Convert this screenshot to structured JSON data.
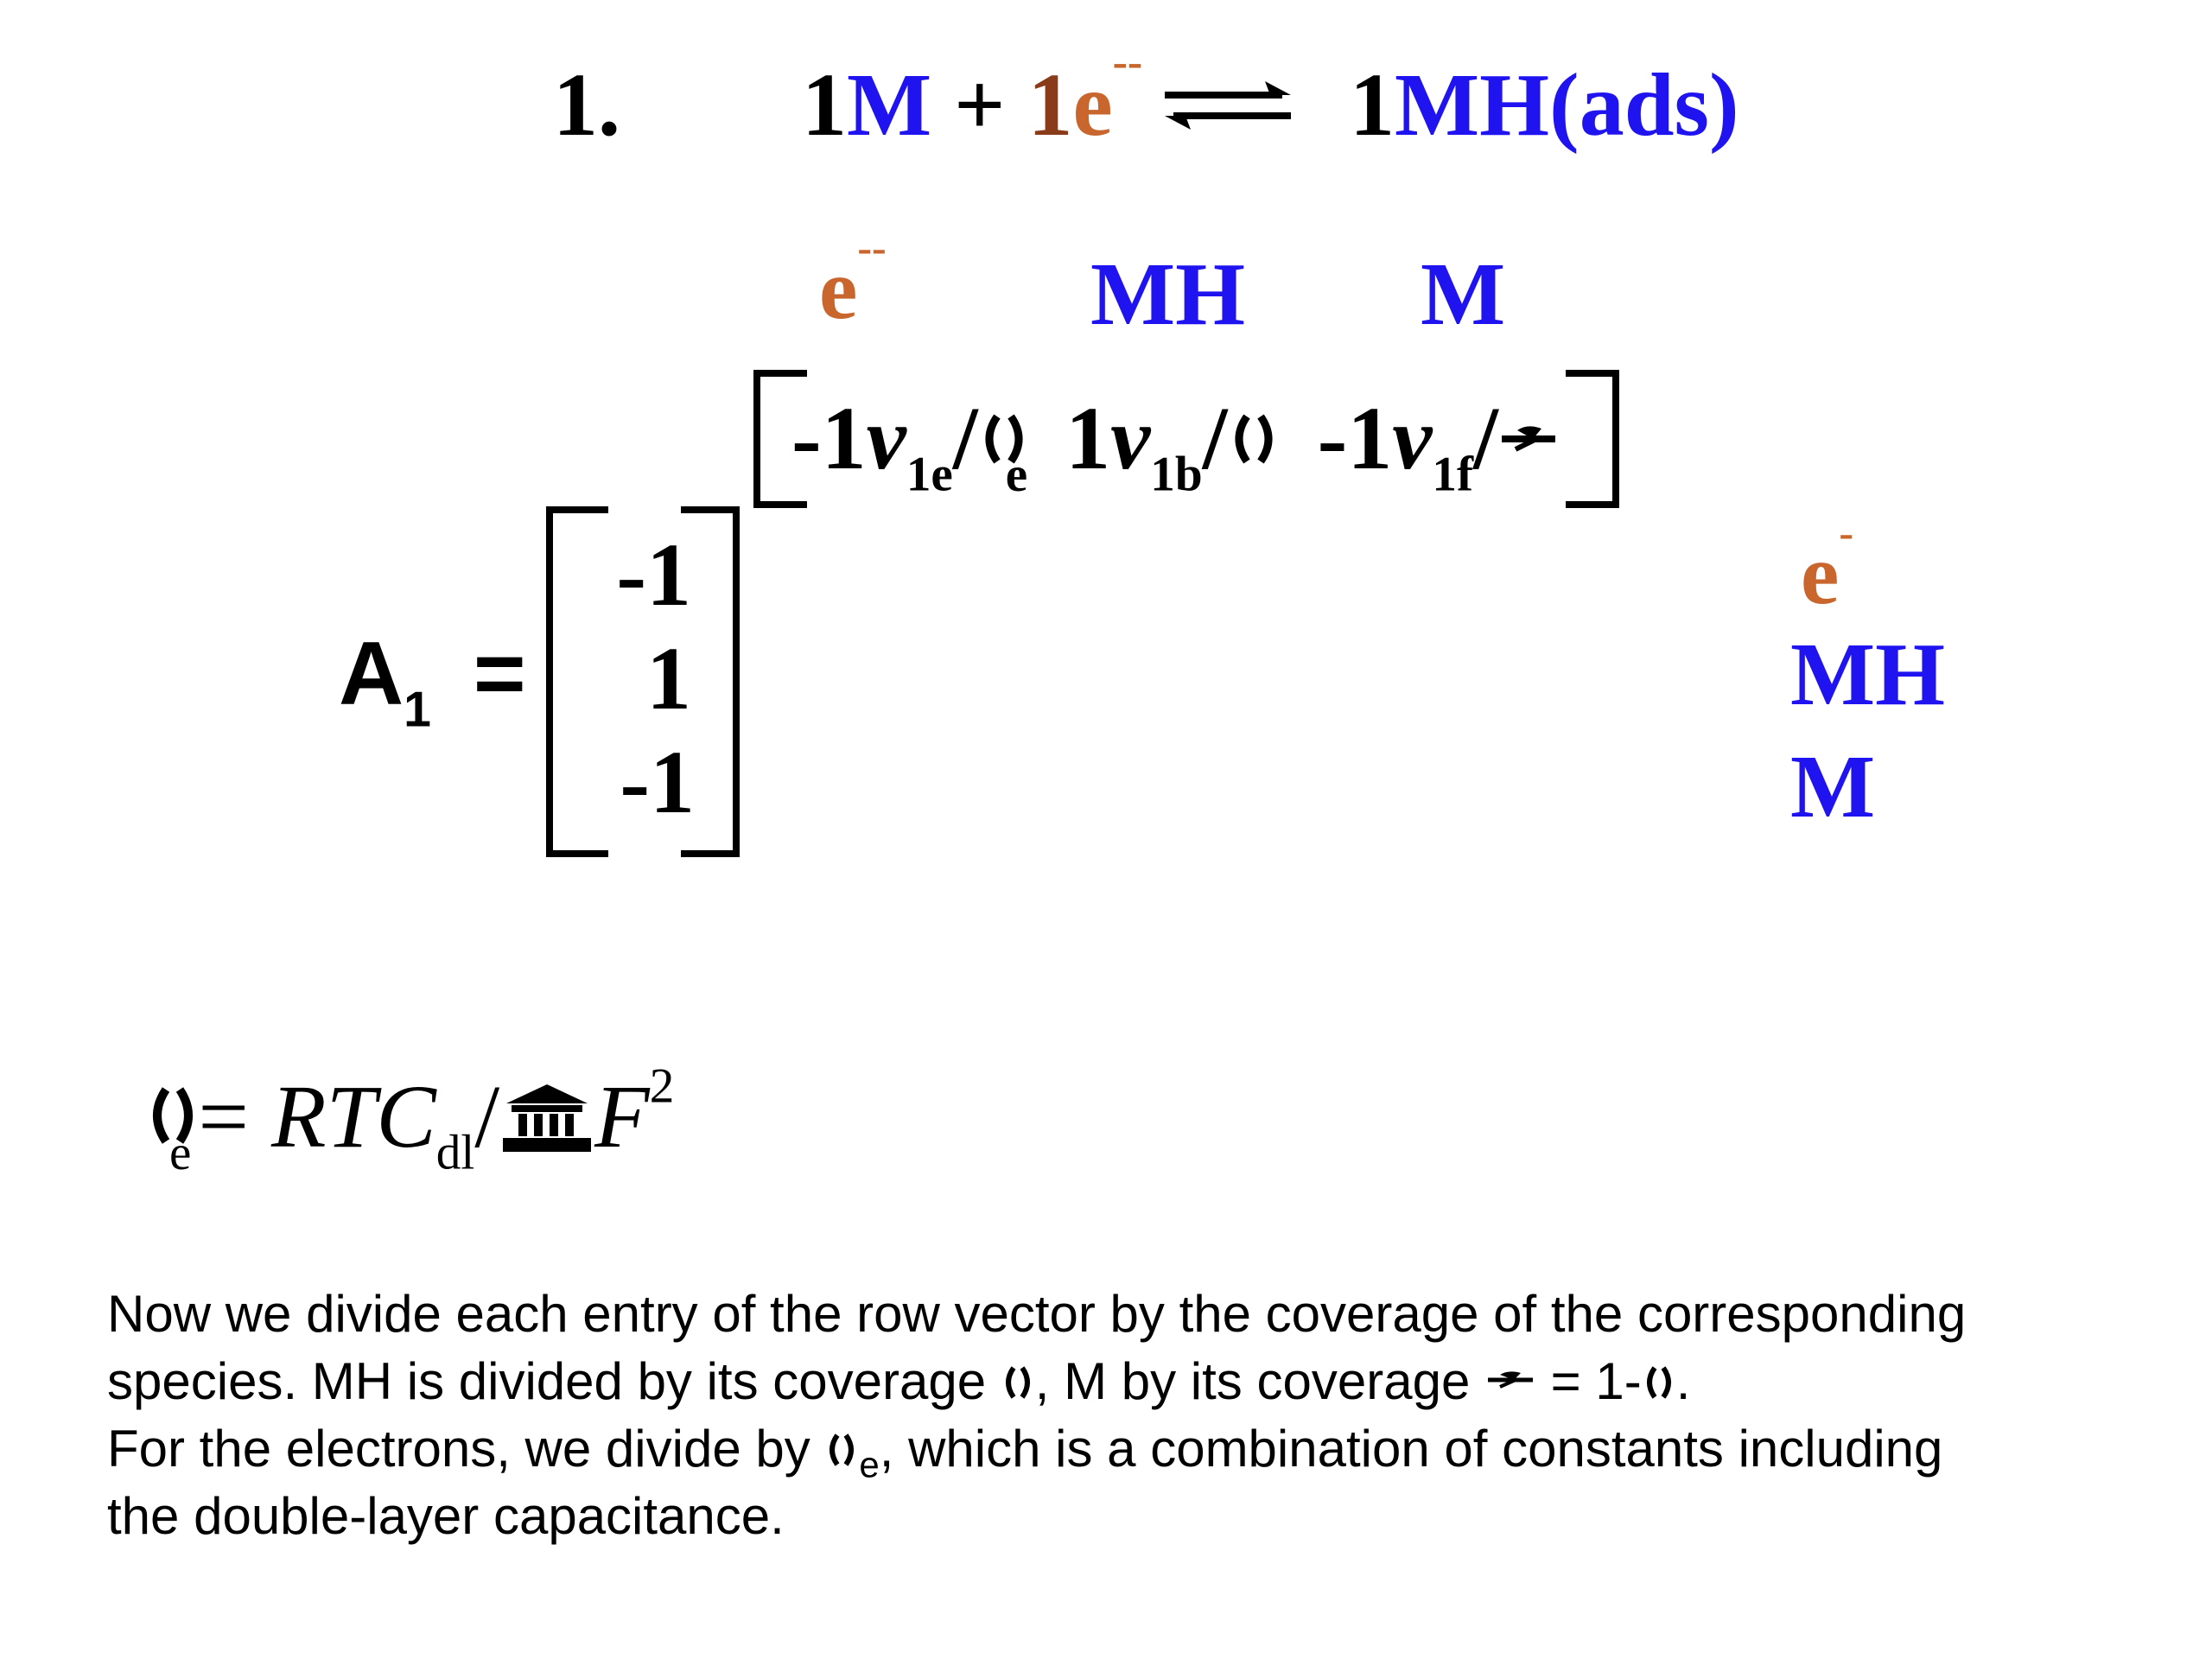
{
  "colors": {
    "black": "#000000",
    "blue": "#1f14f0",
    "orange": "#c8662e",
    "brown": "#8a3b1a"
  },
  "equation": {
    "step_number": "1.",
    "coef_m": "1",
    "m": "M",
    "plus": "+",
    "coef_e": "1",
    "e": "e",
    "e_charge": "--",
    "arrow_icon": "equilibrium-arrows",
    "coef_mh": "1",
    "mh_ads": "MH(ads)"
  },
  "row_header": {
    "e": "e",
    "e_charge": "--",
    "mh": "MH",
    "m": "M"
  },
  "row_vector": {
    "entry1_coef": "-1",
    "entry1_nu": "v",
    "entry1_sub": "1e",
    "entry1_div": "/",
    "entry1_den_sub": "e",
    "entry2_coef": "1",
    "entry2_nu": "v",
    "entry2_sub": "1b",
    "entry2_div": "/",
    "entry3_coef": "-1",
    "entry3_nu": "v",
    "entry3_sub": "1f",
    "entry3_div": "/"
  },
  "matrix": {
    "name": "A",
    "name_sub": "1",
    "equals": "=",
    "entries": [
      "-1",
      "1",
      "-1"
    ]
  },
  "side_labels": {
    "e": "e",
    "e_charge": "-",
    "mh": "MH",
    "m": "M"
  },
  "formula": {
    "den_sub": "e",
    "equals": "=",
    "rhs": "RTC",
    "rhs_sub": "dl",
    "div": "/",
    "f": "F",
    "exp": "2"
  },
  "paragraph": {
    "line1": "Now we divide each entry of the row vector by the coverage of the corresponding",
    "line2_a": "species. MH is divided by its coverage ",
    "line2_b": ", M by its coverage ",
    "line2_c": " = 1-",
    "line2_d": ".",
    "line3_a": "For the electrons, we divide by ",
    "line3_sub": "e",
    "line3_b": ", which is a combination of constants including",
    "line4": "the double-layer capacitance."
  },
  "icons": [
    "theta-glyph-icon",
    "theta-prime-glyph-icon",
    "beta-glyph-icon",
    "equilibrium-arrows-icon"
  ]
}
